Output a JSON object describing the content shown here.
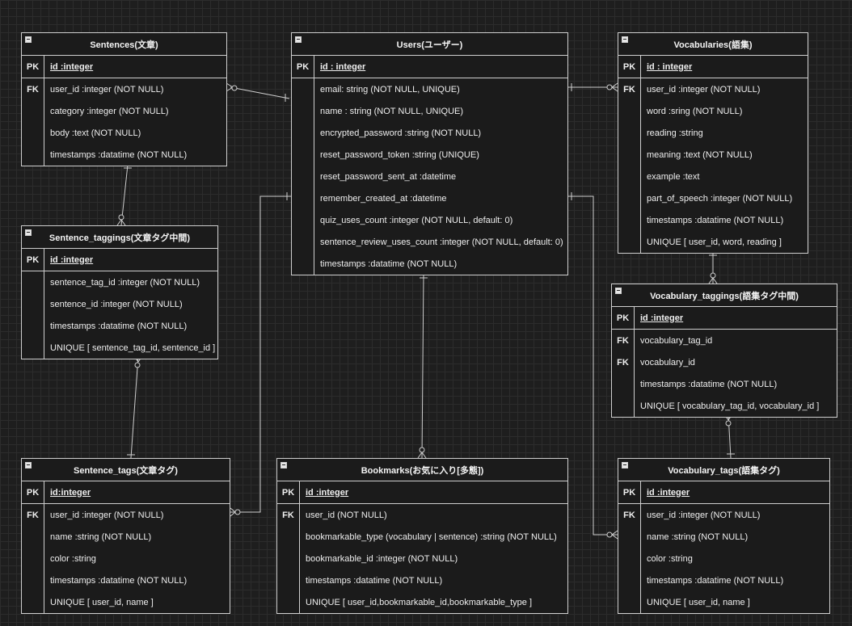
{
  "entities": [
    {
      "title": "Sentences(文章)",
      "pk": {
        "label": "PK",
        "field": "id :integer"
      },
      "rows": [
        {
          "key": "FK",
          "field": "user_id :integer (NOT NULL)"
        },
        {
          "key": "",
          "field": "category :integer (NOT NULL)"
        },
        {
          "key": "",
          "field": "body :text (NOT NULL)"
        },
        {
          "key": "",
          "field": "timestamps :datatime (NOT NULL)"
        }
      ]
    },
    {
      "title": "Users(ユーザー)",
      "pk": {
        "label": "PK",
        "field": "id : integer"
      },
      "rows": [
        {
          "key": "",
          "field": "email: string (NOT NULL, UNIQUE)"
        },
        {
          "key": "",
          "field": "name : string (NOT NULL, UNIQUE)"
        },
        {
          "key": "",
          "field": "encrypted_password :string  (NOT NULL)"
        },
        {
          "key": "",
          "field": "reset_password_token :string (UNIQUE)"
        },
        {
          "key": "",
          "field": "reset_password_sent_at :datetime"
        },
        {
          "key": "",
          "field": "remember_created_at :datetime"
        },
        {
          "key": "",
          "field": "quiz_uses_count :integer (NOT NULL, default: 0)"
        },
        {
          "key": "",
          "field": "sentence_review_uses_count :integer (NOT NULL, default: 0)"
        },
        {
          "key": "",
          "field": "timestamps :datatime (NOT NULL)"
        }
      ]
    },
    {
      "title": "Vocabularies(語集)",
      "pk": {
        "label": "PK",
        "field": "id : integer"
      },
      "rows": [
        {
          "key": "FK",
          "field": "user_id :integer (NOT NULL)"
        },
        {
          "key": "",
          "field": "word :sring (NOT NULL)"
        },
        {
          "key": "",
          "field": "reading :string"
        },
        {
          "key": "",
          "field": "meaning :text (NOT NULL)"
        },
        {
          "key": "",
          "field": "example :text"
        },
        {
          "key": "",
          "field": "part_of_speech :integer (NOT NULL)"
        },
        {
          "key": "",
          "field": "timestamps :datatime (NOT NULL)"
        },
        {
          "key": "",
          "field": "UNIQUE [ user_id, word, reading ]"
        }
      ]
    },
    {
      "title": "Sentence_taggings(文章タグ中間)",
      "pk": {
        "label": "PK",
        "field": "id :integer"
      },
      "rows": [
        {
          "key": "",
          "field": "sentence_tag_id :integer (NOT NULL)"
        },
        {
          "key": "",
          "field": "sentence_id :integer (NOT NULL)"
        },
        {
          "key": "",
          "field": "timestamps :datatime (NOT NULL)"
        },
        {
          "key": "",
          "field": "UNIQUE [ sentence_tag_id, sentence_id ]"
        }
      ]
    },
    {
      "title": "Vocabulary_taggings(語集タグ中間)",
      "pk": {
        "label": "PK",
        "field": "id :integer"
      },
      "rows": [
        {
          "key": "FK",
          "field": "vocabulary_tag_id"
        },
        {
          "key": "FK",
          "field": "vocabulary_id"
        },
        {
          "key": "",
          "field": "timestamps :datatime (NOT NULL)"
        },
        {
          "key": "",
          "field": "UNIQUE [ vocabulary_tag_id, vocabulary_id ]"
        }
      ]
    },
    {
      "title": "Sentence_tags(文章タグ)",
      "pk": {
        "label": "PK",
        "field": "id:integer"
      },
      "rows": [
        {
          "key": "FK",
          "field": "user_id :integer (NOT NULL)"
        },
        {
          "key": "",
          "field": "name :string (NOT NULL)"
        },
        {
          "key": "",
          "field": "color :string"
        },
        {
          "key": "",
          "field": "timestamps :datatime (NOT NULL)"
        },
        {
          "key": "",
          "field": "UNIQUE [ user_id, name ]"
        }
      ]
    },
    {
      "title": "Bookmarks(お気に入り[多態])",
      "pk": {
        "label": "PK",
        "field": "id :integer"
      },
      "rows": [
        {
          "key": "FK",
          "field": "user_id (NOT NULL)"
        },
        {
          "key": "",
          "field": "bookmarkable_type (vocabulary | sentence)    :string (NOT NULL)"
        },
        {
          "key": "",
          "field": "bookmarkable_id :integer (NOT NULL)"
        },
        {
          "key": "",
          "field": "timestamps :datatime (NOT NULL)"
        },
        {
          "key": "",
          "field": "UNIQUE [ user_id,bookmarkable_id,bookmarkable_type ]"
        }
      ]
    },
    {
      "title": "Vocabulary_tags(語集タグ)",
      "pk": {
        "label": "PK",
        "field": "id :integer"
      },
      "rows": [
        {
          "key": "FK",
          "field": "user_id :integer (NOT NULL)"
        },
        {
          "key": "",
          "field": "name :string (NOT NULL)"
        },
        {
          "key": "",
          "field": "color :string"
        },
        {
          "key": "",
          "field": "timestamps :datatime (NOT NULL)"
        },
        {
          "key": "",
          "field": "UNIQUE [ user_id, name ]"
        }
      ]
    }
  ],
  "colors": {
    "background": "#1e1e1e",
    "grid": "#2c2c2c",
    "border": "#cfcfcf",
    "text": "#f0f0f0"
  }
}
